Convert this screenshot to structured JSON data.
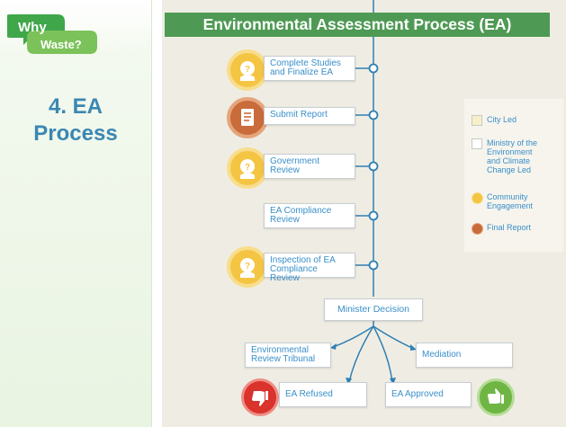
{
  "slide": {
    "logo_line1": "Why",
    "logo_line2": "Waste?",
    "title_line1": "4. EA",
    "title_line2": "Process"
  },
  "diagram": {
    "title": "Environmental Assessment Process (EA)",
    "steps": [
      {
        "line1": "Complete Studies",
        "line2": "and Finalize EA",
        "icon": "community-engagement-icon"
      },
      {
        "line1": "Submit Report",
        "line2": "",
        "icon": "final-report-icon"
      },
      {
        "line1": "Government",
        "line2": "Review",
        "icon": "community-engagement-icon"
      },
      {
        "line1": "EA Compliance",
        "line2": "Review",
        "icon": ""
      },
      {
        "line1": "Inspection of EA",
        "line2": "Compliance Review",
        "icon": "community-engagement-icon"
      }
    ],
    "decision": "Minister Decision",
    "branches": {
      "tribunal_line1": "Environmental",
      "tribunal_line2": "Review Tribunal",
      "mediation": "Mediation",
      "refused": "EA Refused",
      "approved": "EA Approved"
    },
    "legend": [
      {
        "label_lines": [
          "City Led"
        ],
        "kind": "square",
        "color": "#f6f0c8"
      },
      {
        "label_lines": [
          "Ministry of the",
          "Environment",
          "and Climate",
          "Change Led"
        ],
        "kind": "square",
        "color": "#ffffff"
      },
      {
        "label_lines": [
          "Community",
          "Engagement"
        ],
        "kind": "dot",
        "color": "#f4c543"
      },
      {
        "label_lines": [
          "Final Report"
        ],
        "kind": "dot",
        "color": "#c96b3a"
      }
    ],
    "colors": {
      "title_bar": "#4e9a54",
      "connector": "#2f7fb4",
      "text_blue": "#3a8fc9",
      "refused": "#d9332c",
      "approved": "#6fb544"
    }
  }
}
